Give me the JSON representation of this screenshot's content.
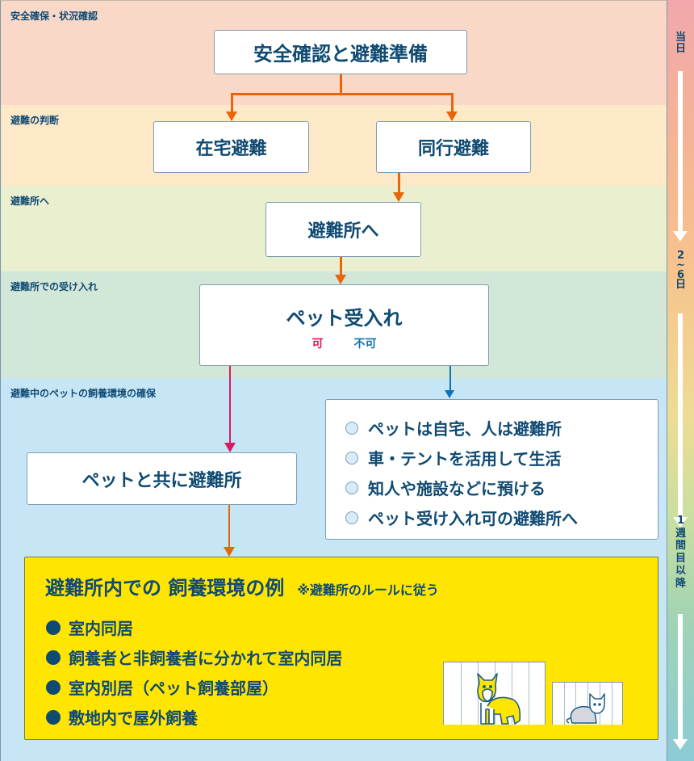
{
  "bands": [
    {
      "label": "安全確保・状況確認"
    },
    {
      "label": "避難の判断"
    },
    {
      "label": "避難所へ"
    },
    {
      "label": "避難所での受け入れ"
    },
    {
      "label": "避難中のペットの飼養環境の確保"
    }
  ],
  "timeline": {
    "labels": [
      "当\n日",
      "2\n~\n6\n日",
      "1\n週\n間\n目\n以\n降"
    ]
  },
  "nodes": {
    "safety": "安全確認と避難準備",
    "home_evac": "在宅避難",
    "accompanied_evac": "同行避難",
    "to_shelter": "避難所へ",
    "pet_acceptance": "ペット受入れ",
    "accept_yes": "可",
    "accept_no": "不可",
    "with_pet": "ペットと共に避難所"
  },
  "alternatives": [
    "ペットは自宅、人は避難所",
    "車・テントを活用して生活",
    "知人や施設などに預ける",
    "ペット受け入れ可の避難所へ"
  ],
  "shelter_examples": {
    "title": "避難所内での 飼養環境の例",
    "note": "※避難所のルールに従う",
    "items": [
      "室内同居",
      "飼養者と非飼養者に分かれて室内同居",
      "室内別居（ペット飼養部屋）",
      "敷地内で屋外飼養"
    ]
  },
  "colors": {
    "text": "#0f4a72",
    "arrow_main": "#e8650a",
    "arrow_accept": "#d81b60",
    "arrow_reject": "#0d72b9",
    "highlight": "#ffe500"
  }
}
